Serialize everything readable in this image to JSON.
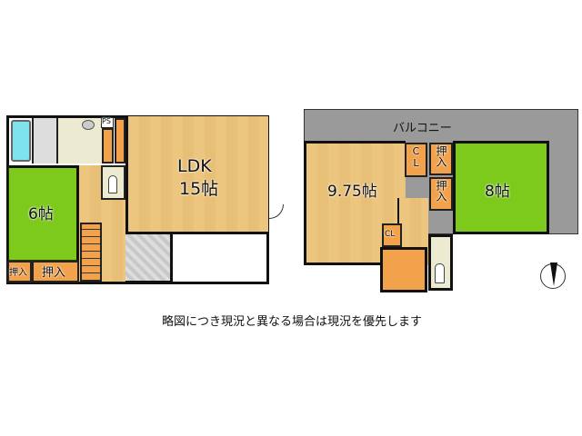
{
  "floor1": {
    "rooms": {
      "ldk_name": "LDK",
      "ldk_size": "15帖",
      "washitsu_size": "6帖",
      "ps": "PS",
      "oshiire_small": "押入",
      "oshiire": "押入"
    }
  },
  "floor2": {
    "balcony": "バルコニー",
    "western_size": "9.75帖",
    "washitsu_size": "8帖",
    "cl_vertical": "CL",
    "cl_small": "CL",
    "oshiire_1": "押入",
    "oshiire_2": "押入"
  },
  "caption": "略図につき現況と異なる場合は現況を優先します",
  "colors": {
    "tatami": "#7dc91c",
    "wood": "#ecc57e",
    "closet": "#f2a24a",
    "bath": "#7fe3ee",
    "balcony": "#9a9a9a"
  }
}
